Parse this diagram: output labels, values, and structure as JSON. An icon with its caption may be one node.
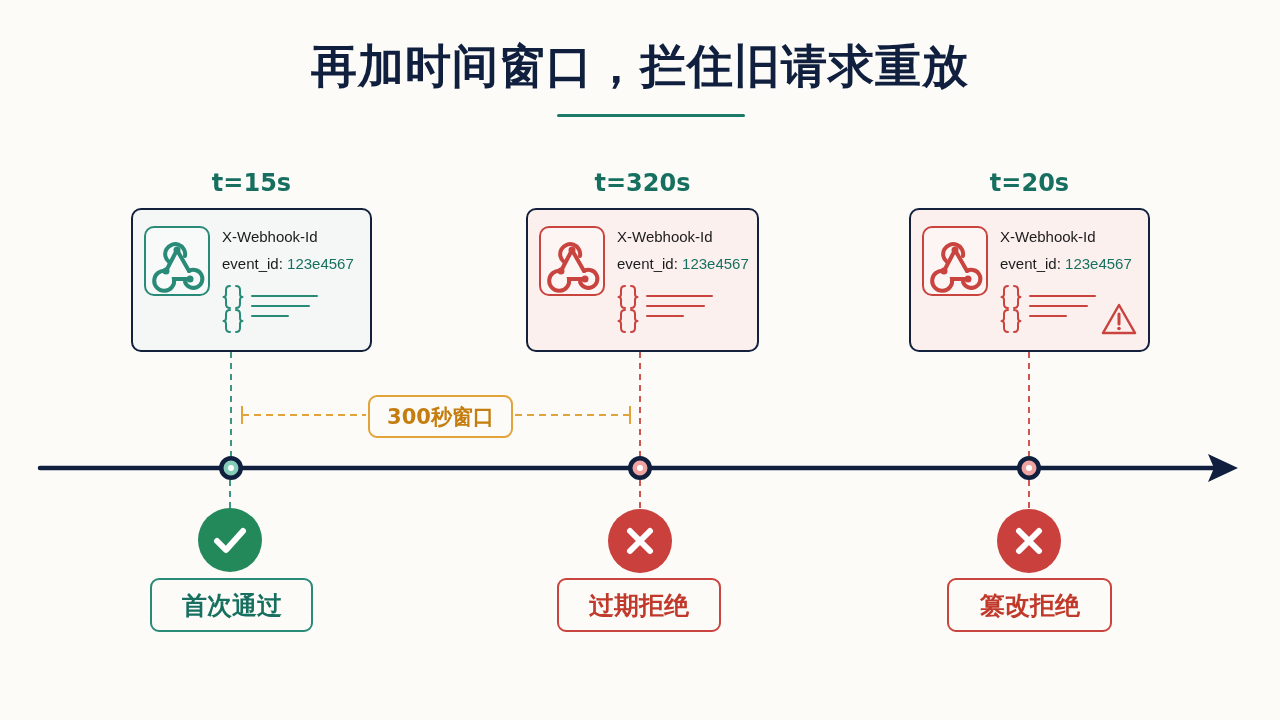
{
  "diagram": {
    "title": "再加时间窗口，拦住旧请求重放",
    "nodes": [
      {
        "text": [
          "t=15s",
          "X-Webhook-Id",
          "event_id: 123e4567"
        ]
      },
      {
        "text": [
          "t=320s",
          "X-Webhook-Id",
          "event_id: 123e4567"
        ]
      },
      {
        "text": [
          "t=20s",
          "X-Webhook-Id",
          "event_id: 123e4567"
        ]
      },
      {
        "text": [
          "300秒窗口"
        ]
      },
      {
        "text": [],
        "shape": "circle"
      },
      {
        "text": [],
        "shape": "circle"
      },
      {
        "text": [],
        "shape": "circle"
      },
      {
        "text": [],
        "shape": "circle"
      },
      {
        "text": [],
        "shape": "circle"
      },
      {
        "text": [],
        "shape": "circle"
      },
      {
        "text": [
          "首次通过"
        ]
      },
      {
        "text": [
          "过期拒绝"
        ]
      },
      {
        "text": [
          "篡改拒绝"
        ]
      }
    ],
    "edges": [
      {
        "from": 0,
        "to": 4,
        "arrow": "none",
        "style": "dashed",
        "color": "#2a8a78"
      },
      {
        "from": 4,
        "to": 7,
        "arrow": "none",
        "style": "dashed",
        "color": "#2a8a78"
      },
      {
        "from": 1,
        "to": 5,
        "arrow": "none",
        "style": "dashed"
      },
      {
        "from": 5,
        "to": 8,
        "arrow": "none",
        "style": "dashed"
      },
      {
        "from": 2,
        "to": 6,
        "arrow": "none",
        "style": "dashed"
      },
      {
        "from": 6,
        "to": 9,
        "arrow": "none",
        "style": "dashed"
      }
    ]
  }
}
